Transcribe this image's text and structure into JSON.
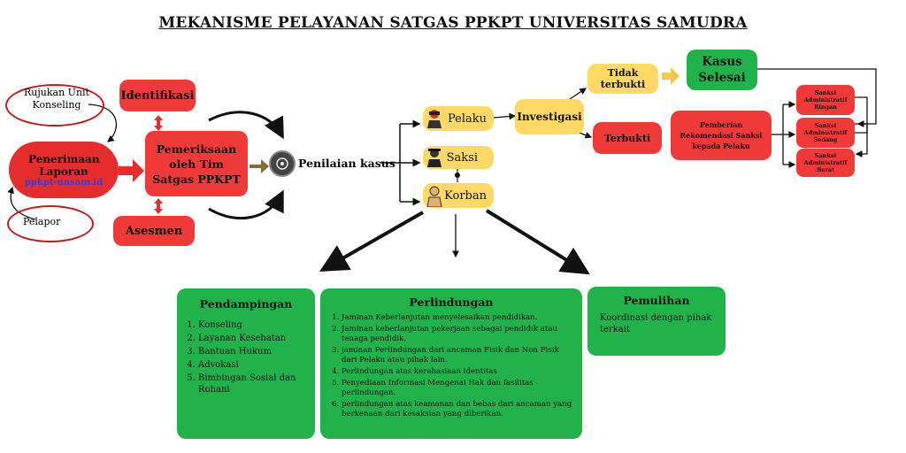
{
  "title": "MEKANISME PELAYANAN SATGAS PPKPT UNIVERSITAS SAMUDRA",
  "left": {
    "rujukan": "Rujukan Unit Konseling",
    "pelapor": "Pelapor",
    "penerimaan": "Penerimaan Laporan",
    "website": "ppkpt-unsam.id",
    "identifikasi": "Identifikasi",
    "asesmen": "Asesmen",
    "pemeriksaan": "Pemeriksaan oleh Tim Satgas PPKPT",
    "penilaian": "Penilaian kasus"
  },
  "parties": {
    "pelaku": "Pelaku",
    "saksi": "Saksi",
    "korban": "Korban"
  },
  "right": {
    "investigasi": "Investigasi",
    "tidak_terbukti": "Tidak terbukti",
    "terbukti": "Terbukti",
    "kasus_selesai": "Kasus Selesai",
    "rekomendasi": "Pemberian Rekomendasi Sanksi kepada Pelaku",
    "sanksi_ringan": "Sanksi Administratif Ringan",
    "sanksi_sedang": "Sanksi Administratif Sedang",
    "sanksi_berat": "Sanksi Administratif Berat"
  },
  "pendampingan": {
    "title": "Pendampingan",
    "items": [
      "Konseling",
      "Layanan Kesehatan",
      "Bantuan Hukum",
      "Advokasi",
      "Bimbingan Sosial dan Rohani"
    ]
  },
  "perlindungan": {
    "title": "Perlindungan",
    "items": [
      "Jaminan Keberlanjutan menyelesaikan pendidikan.",
      "Jaminan keberlanjutan pekerjaan sebagai pendidik atau tenaga pendidik.",
      "jaminan Perlindungan dari ancaman Fisik dan Non Fisik dari Pelaku atau pihak lain.",
      "Perlindungan atas kerahasiaan identitas",
      "Penyediaan Informasi Mengenai Hak dan fasilitas perlindungan.",
      "perlindungan atas keamanan dan bebas dari ancaman yang berkenaan dari kesaksian yang diberikan."
    ]
  },
  "pemulihan": {
    "title": "Pemulihan",
    "text": "Koordinasi dengan pihak terkait"
  },
  "colors": {
    "red": "#f03a3a",
    "yellow": "#ffd966",
    "green": "#22b24c",
    "link": "#3a3ad6"
  }
}
